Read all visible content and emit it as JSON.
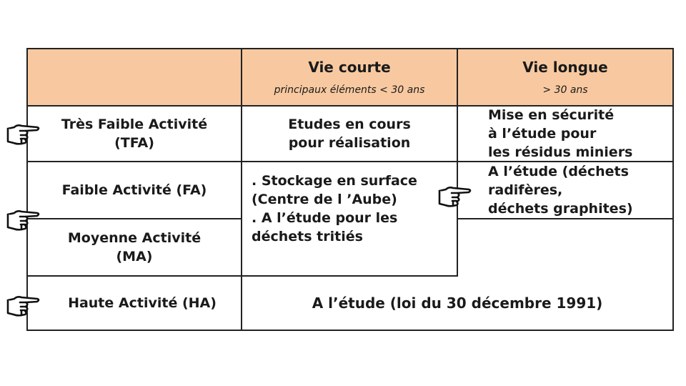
{
  "header": {
    "short_title": "Vie courte",
    "short_sub": "principaux éléments < 30 ans",
    "long_title": "Vie longue",
    "long_sub": "> 30 ans"
  },
  "rows": {
    "tfa": {
      "label_1": "Très Faible Activité",
      "label_2": "(TFA)",
      "short_1": "Etudes en cours",
      "short_2": "pour réalisation",
      "long_1": "Mise en sécurité",
      "long_2": "à l’étude pour",
      "long_3": "les résidus miniers"
    },
    "fa": {
      "label": "Faible Activité (FA)",
      "long_1": "A l’étude (déchets",
      "long_2": "radifères,",
      "long_3": "déchets graphites)"
    },
    "ma": {
      "label_1": "Moyenne Activité",
      "label_2": "(MA)"
    },
    "fa_ma_short": {
      "b1_1": ". Stockage en surface",
      "b1_2": "(Centre de l ’Aube)",
      "b2_1": ". A l’étude pour les",
      "b2_2": "déchets tritiés"
    },
    "ha": {
      "label": "Haute Activité (HA)",
      "value": "A l’étude (loi du 30 décembre 1991)"
    }
  },
  "icons": [
    "pointing-hand-icon"
  ],
  "colors": {
    "header_fill": "#f8c9a0",
    "border": "#222222"
  }
}
